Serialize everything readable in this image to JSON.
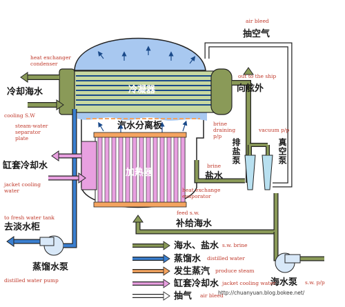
{
  "colors": {
    "seawater": "#8a9a58",
    "brine": "#8a9a58",
    "distilled": "#3a7fd0",
    "steam": "#f4a460",
    "jacket": "#e8a0e0",
    "air": "#ffffff",
    "condenser_top": "#a8c8f0",
    "evaporator_body": "#ffffff"
  },
  "labels": {
    "air_bleed_en": "air bleed",
    "air_bleed_cn": "抽空气",
    "hx_condenser_en": "heat exchanger\ncondenser",
    "condenser_cn": "冷凝器",
    "cooling_water_cn": "冷却海水",
    "cooling_sw_en": "cooling S.W",
    "out_to_ship_en": "out to the ship",
    "out_to_ship_cn": "向舷外",
    "separator_en": "steam-water\nseparator\nplate",
    "separator_cn": "汽水分离板",
    "brine_draining_en": "brine\ndraining\np/p",
    "brine_pump_cn": "排盐泵",
    "vacuum_en": "vacuum p/p",
    "vacuum_cn": "真空泵",
    "jacket_cn": "缸套冷却水",
    "jacket_en": "jacket cooling\nwater",
    "heater_cn": "加热器",
    "brine_en": "brine",
    "brine_cn": "盐水",
    "hx_evaporator_en": "heat exchange\nevaporator",
    "feed_sw_en": "feed s.w.",
    "feed_sw_cn": "补给海水",
    "fresh_tank_en": "to fresh water tank",
    "fresh_tank_cn": "去淡水柜",
    "distilled_pump_cn": "蒸馏水泵",
    "distilled_pump_en": "distilled water pump",
    "sw_pump_cn": "海水泵",
    "sw_pump_en": "s.w. p/p",
    "url": "http://chuanyuan.blog.bokee.net/"
  },
  "legend": [
    {
      "cn": "海水、盐水",
      "en": "s.w.   brine",
      "color": "#8a9a58"
    },
    {
      "cn": "蒸馏水",
      "en": "distilled water",
      "color": "#3a7fd0"
    },
    {
      "cn": "发生蒸汽",
      "en": "produce steam",
      "color": "#f4a460"
    },
    {
      "cn": "缸套冷却水",
      "en": "jacket cooling water",
      "color": "#e8a0e0"
    },
    {
      "cn": "抽气",
      "en": "air bleed",
      "color": "#ffffff"
    }
  ]
}
